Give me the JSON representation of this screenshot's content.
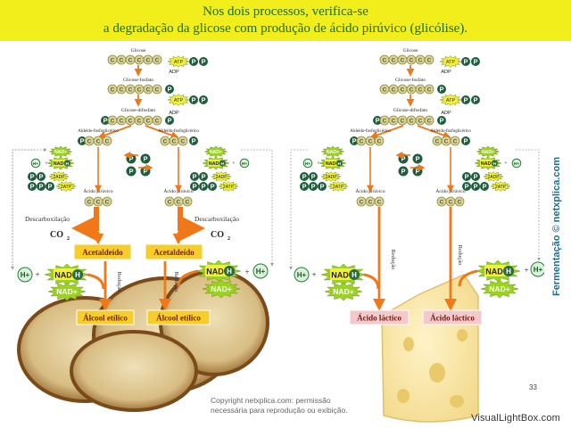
{
  "header": {
    "line1": "Nos dois processos, verifica-se",
    "line2": "a degradação da glicose com produção de ácido pirúvico (glicólise)."
  },
  "labels": {
    "glicose": "Glicose",
    "glicose_fosfato": "Glicose-fosfato",
    "glicose_difosfato": "Glicose-difosfato",
    "aldeido": "Aldeído-fosfoglicérico",
    "acido_piruvico": "Ácido pirúvico",
    "descarboxilacao": "Descarboxilação",
    "co2": "CO",
    "co2_sub": "2",
    "acetaldeido": "Acetaldeído",
    "alcool": "Álcool etílico",
    "acido_lactico": "Ácido láctico",
    "reducao": "Redução"
  },
  "molecules": {
    "c": "C",
    "p": "P",
    "atp": "ATP",
    "adp": "ADP",
    "nad": "NAD",
    "h": "H",
    "nad_plus": "NAD+",
    "h_plus": "H+",
    "two_adp": "2ADP",
    "two_atp": "2ATP",
    "plus": "+"
  },
  "side_text": "Fermentação © netxplica.com",
  "copyright": {
    "line1": "Copyright netxplica.com: permissão",
    "line2": "necessária para reprodução ou exibição."
  },
  "page_number": "33",
  "brand": "VisualLightBox.com",
  "colors": {
    "header_bg": "#f2ee1c",
    "header_text": "#1b6b1b",
    "carbon": "#d9d48e",
    "phosphate": "#1f5e3d",
    "arrow": "#f07818",
    "label_box": "#f6cd2a",
    "lactic_box": "#f3c9cc"
  }
}
